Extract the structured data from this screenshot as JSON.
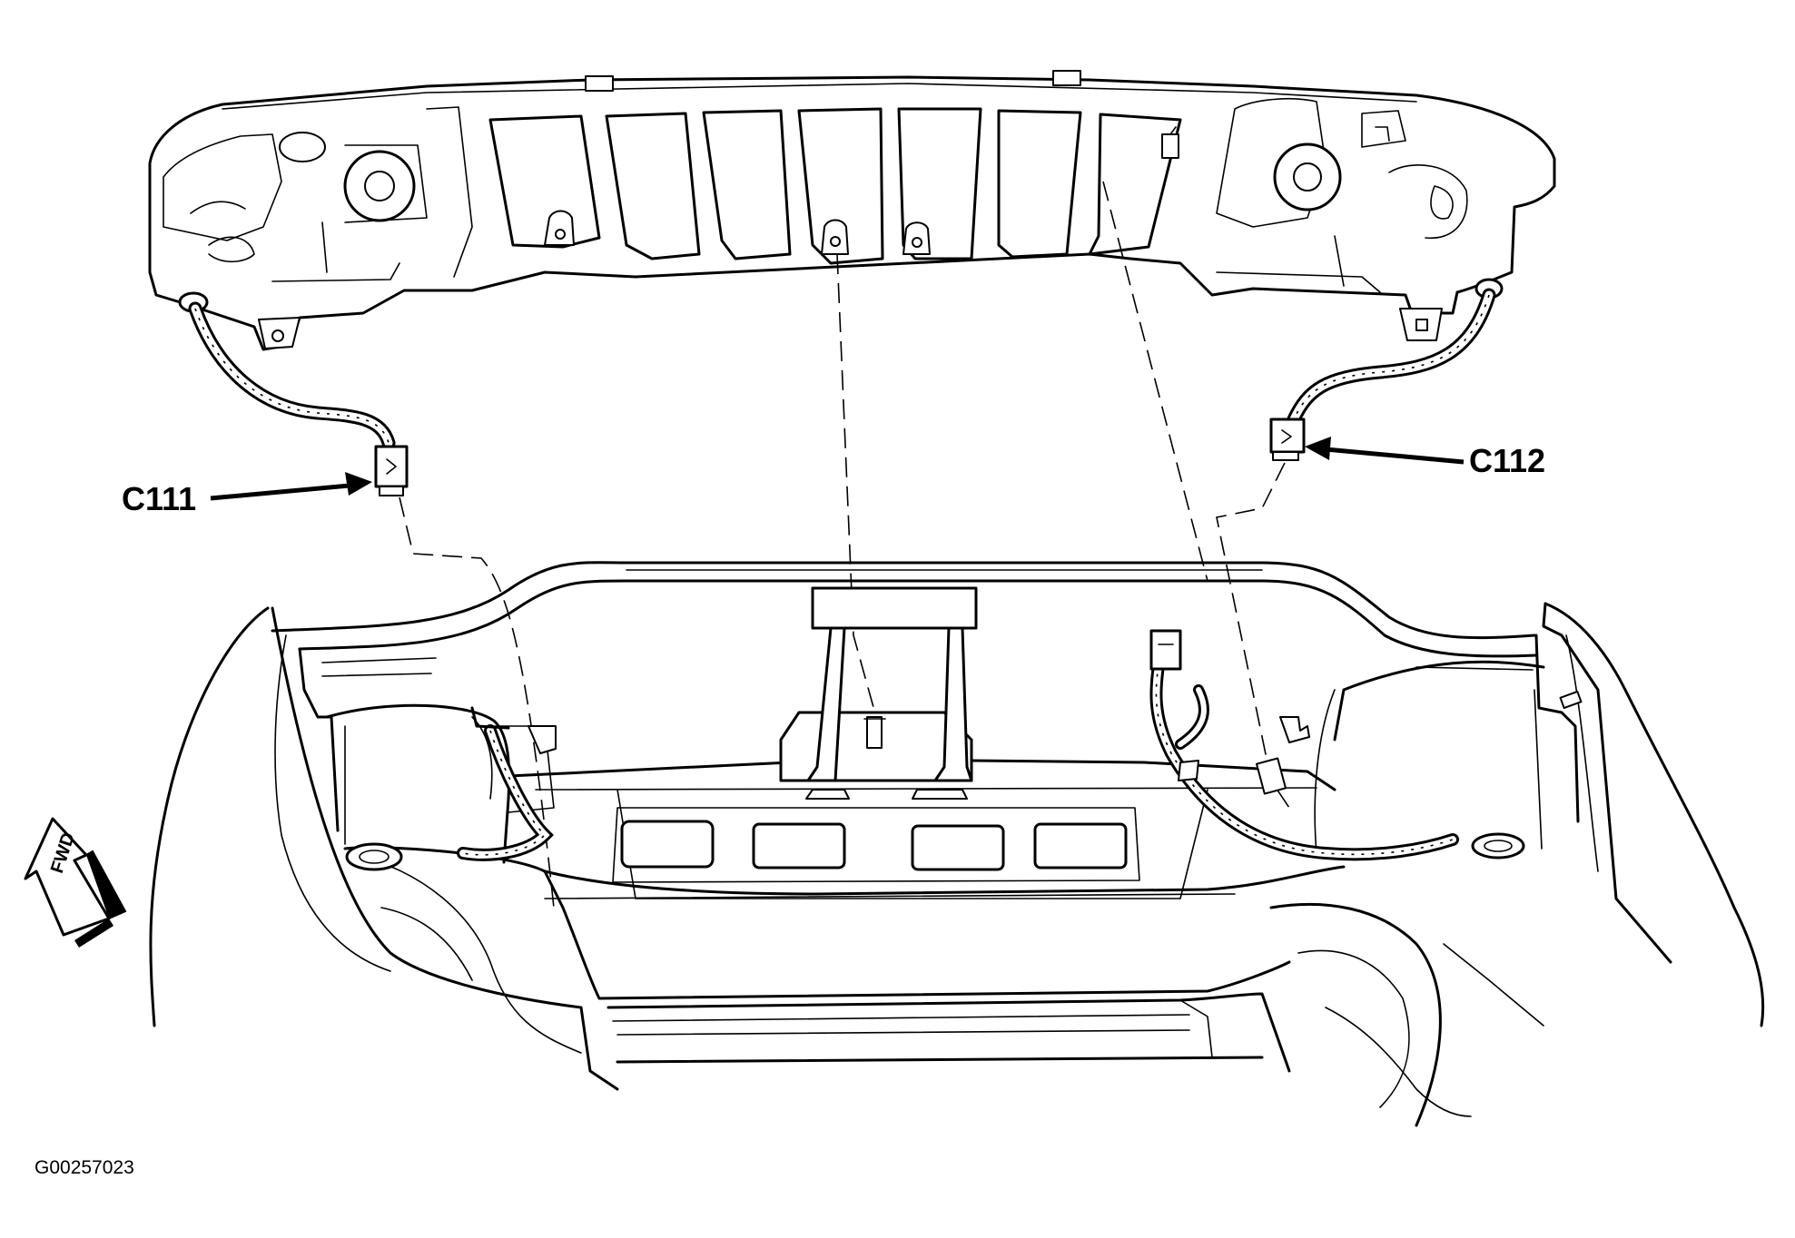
{
  "callouts": {
    "left_connector": "C111",
    "right_connector": "C112"
  },
  "direction_indicator": "FWD",
  "figure_id": "G00257023"
}
